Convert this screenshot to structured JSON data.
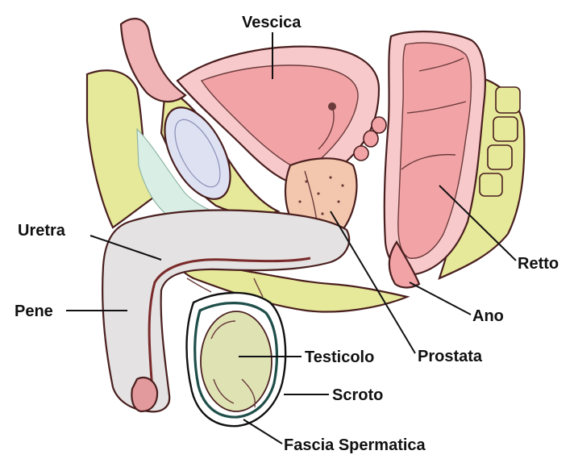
{
  "labels": {
    "vescica": "Vescica",
    "uretra": "Uretra",
    "pene": "Pene",
    "testicolo": "Testicolo",
    "scroto": "Scroto",
    "fascia_spermatica": "Fascia Spermatica",
    "prostata": "Prostata",
    "ano": "Ano",
    "retto": "Retto"
  },
  "colors": {
    "fat_tissue": "#e6e89a",
    "bladder_rectum": "#f2a3a6",
    "prostate": "#f3c7ad",
    "penis_tissue": "#e4e2e2",
    "testicle": "#dfe3b4",
    "pubic_bone": "#dde1f2",
    "spermatic_fascia": "#1f4f4a",
    "connective": "#d9efe6"
  }
}
